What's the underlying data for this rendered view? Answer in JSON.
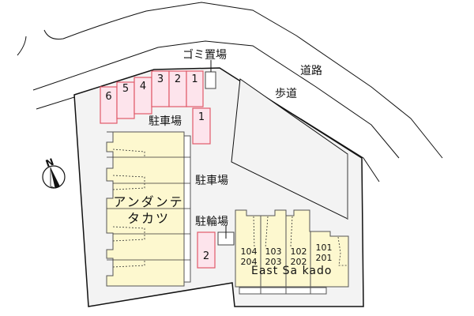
{
  "colors": {
    "lot_fill": "#f3f3f3",
    "parking_fill": "#fde4ec",
    "parking_stroke": "#e05a6a",
    "building_fill": "#fdf8cf",
    "building_stroke": "#555555",
    "line": "#111111"
  },
  "labels": {
    "road": "道路",
    "sidewalk": "歩道",
    "garbage": "ゴミ置場",
    "parking_north": "駐車場",
    "parking_middle": "駐車場",
    "bicycle": "駐輪場",
    "compass_n": "N"
  },
  "parking_spaces": [
    {
      "id": "6",
      "label": "6"
    },
    {
      "id": "5",
      "label": "5"
    },
    {
      "id": "4",
      "label": "4"
    },
    {
      "id": "3",
      "label": "3"
    },
    {
      "id": "2",
      "label": "2"
    },
    {
      "id": "1a",
      "label": "1"
    },
    {
      "id": "1b",
      "label": "1"
    },
    {
      "id": "2b",
      "label": "2"
    }
  ],
  "buildings": {
    "west": {
      "name_line1": "アンダンテ",
      "name_line2": "タカツ"
    },
    "east": {
      "name": "East Sa kado",
      "units": [
        {
          "lower": "104",
          "upper": "204"
        },
        {
          "lower": "103",
          "upper": "203"
        },
        {
          "lower": "102",
          "upper": "202"
        },
        {
          "lower": "101",
          "upper": "201"
        }
      ]
    }
  }
}
